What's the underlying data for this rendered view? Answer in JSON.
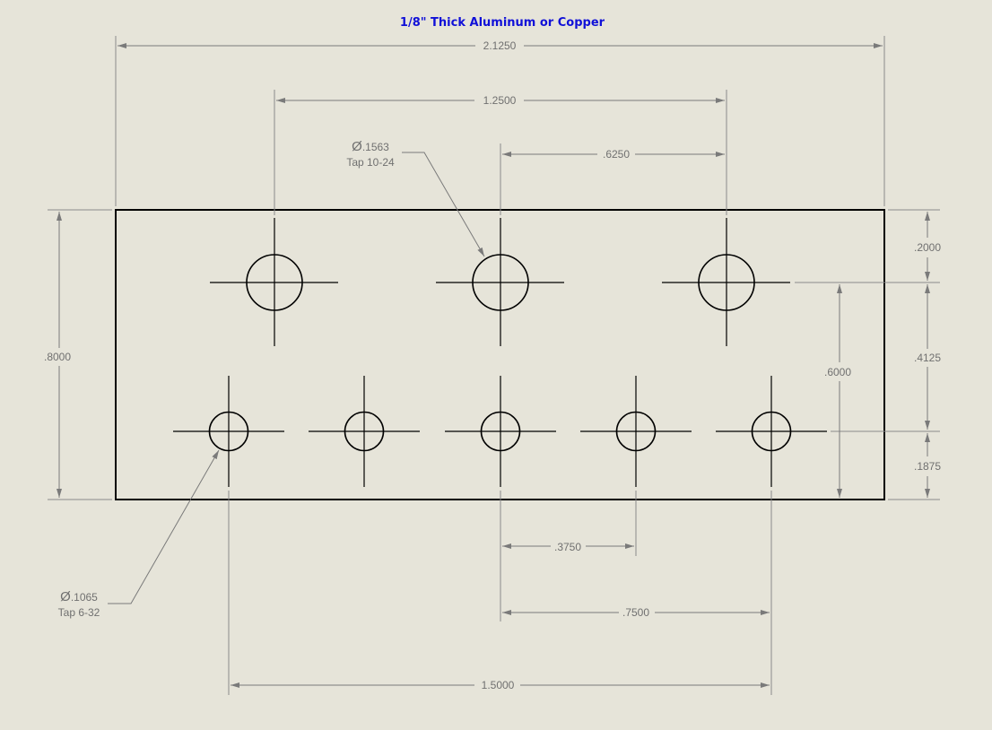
{
  "title": "1/8\" Thick Aluminum or Copper",
  "colors": {
    "background": "#e6e4d9",
    "title": "#1010d8",
    "dimension": "#707070",
    "geometry": "#000000"
  },
  "dimensions": {
    "overall_width": "2.1250",
    "large_hole_span": "1.2500",
    "large_hole_spacing": ".6250",
    "overall_height": ".8000",
    "top_to_large_hole": ".2000",
    "large_to_small_row": ".4125",
    "small_row_to_bottom": ".1875",
    "large_hole_from_bottom": ".6000",
    "small_hole_spacing": ".3750",
    "small_hole_double_spacing": ".7500",
    "small_hole_span": "1.5000"
  },
  "callouts": {
    "large_hole": {
      "diameter": ".1563",
      "tap": "Tap 10-24"
    },
    "small_hole": {
      "diameter": ".1065",
      "tap": "Tap 6-32"
    },
    "diameter_symbol": "Ø"
  }
}
